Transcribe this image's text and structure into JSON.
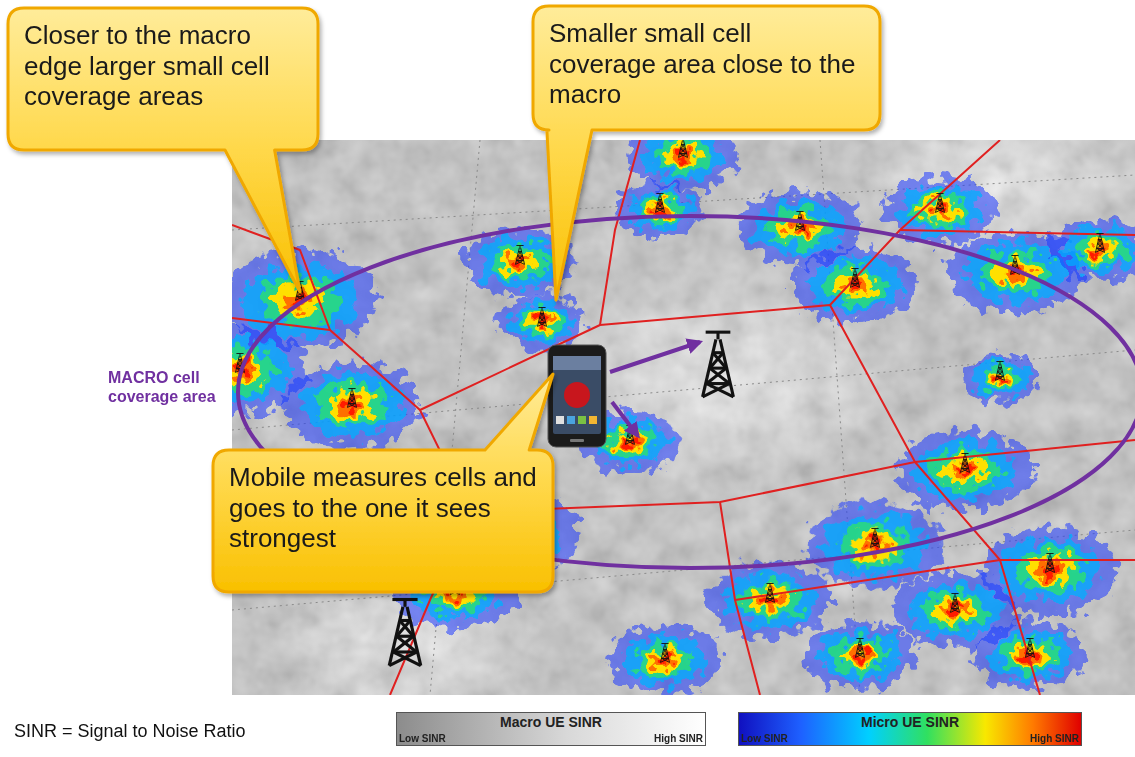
{
  "diagram": {
    "nodes": [
      {
        "text": [
          "Closer to the macro edge larger small cell coverage areas"
        ]
      },
      {
        "text": [
          "Smaller small cell coverage area close to the macro"
        ]
      },
      {
        "text": [
          "Mobile measures cells and goes to the one it sees strongest"
        ]
      }
    ],
    "labels": [
      "MACRO cell coverage area",
      "SINR = Signal to Noise Ratio",
      "Low SINR",
      "High SINR",
      "Low SINR",
      "High SINR"
    ],
    "legend": [
      {
        "text": "Macro UE SINR"
      },
      {
        "text": "Micro UE SINR"
      }
    ]
  }
}
